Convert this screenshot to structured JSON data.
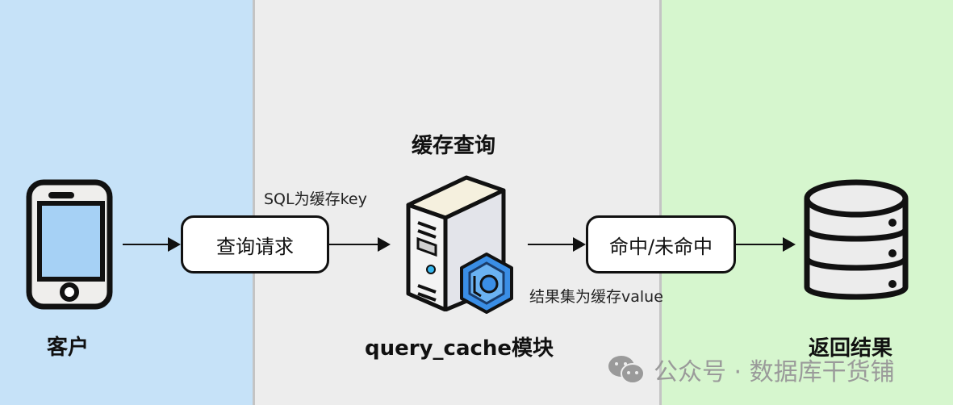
{
  "panels": {
    "left_color": "#c6e2f8",
    "middle_color": "#ededed",
    "right_color": "#d6f6ce"
  },
  "client": {
    "icon": "smartphone-icon",
    "label": "客户"
  },
  "request_box": {
    "label": "查询请求"
  },
  "cache": {
    "title": "缓存查询",
    "key_note": "SQL为缓存key",
    "icon": "server-icon",
    "badge_icon": "cache-module-icon",
    "module_label": "query_cache模块",
    "value_note": "结果集为缓存value"
  },
  "hit_box": {
    "label": "命中/未命中"
  },
  "result": {
    "icon": "database-icon",
    "label": "返回结果"
  },
  "watermark": {
    "icon": "wechat-icon",
    "text": "公众号 · 数据库干货铺"
  },
  "accent_blue": "#3a8ee6"
}
